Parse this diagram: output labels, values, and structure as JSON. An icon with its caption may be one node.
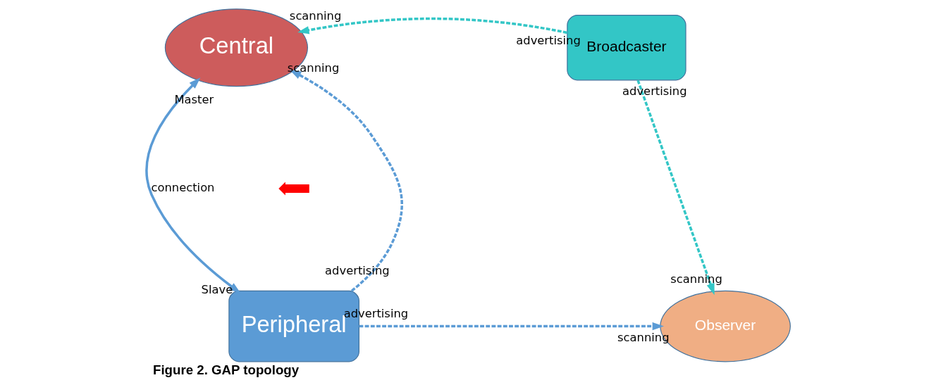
{
  "diagram": {
    "caption": "Figure 2. GAP topology",
    "nodes": [
      {
        "text": [
          "Central"
        ]
      },
      {
        "text": [
          "Broadcaster"
        ]
      },
      {
        "text": [
          "Peripheral"
        ]
      },
      {
        "text": [
          "Observer"
        ]
      },
      {
        "text": [],
        "shape": "arrow"
      }
    ],
    "edges": [
      {
        "from": 1,
        "to": 0,
        "arrow": "to",
        "style": "dashed",
        "color": "#33c6c6"
      },
      {
        "from": 1,
        "to": 3,
        "arrow": "to",
        "style": "dashed",
        "color": "#33c6c6"
      },
      {
        "from": 0,
        "to": 2,
        "arrow": "both",
        "label": "connection"
      },
      {
        "from": 2,
        "to": 0,
        "arrow": "to",
        "style": "dashed"
      },
      {
        "from": 2,
        "to": 3,
        "arrow": "to",
        "style": "dashed"
      }
    ],
    "labels": [
      "scanning",
      "advertising",
      "advertising",
      "Master",
      "scanning",
      "scanning",
      "Slave",
      "advertising",
      "advertising",
      "scanning"
    ]
  }
}
